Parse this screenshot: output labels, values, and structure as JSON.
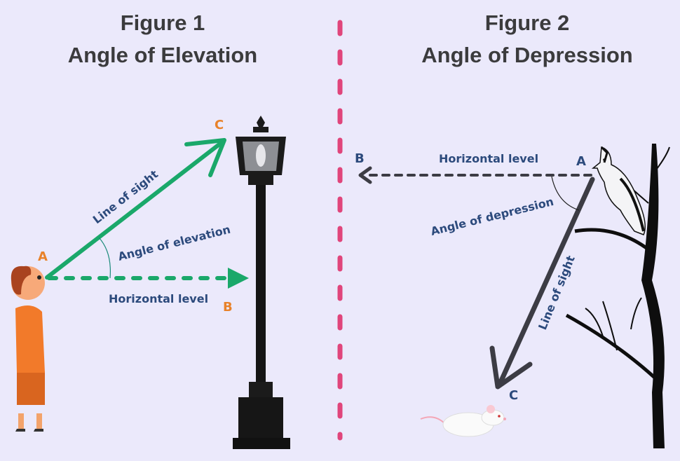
{
  "figure1": {
    "title": "Figure 1",
    "subtitle": "Angle of Elevation",
    "point_a": "A",
    "point_b": "B",
    "point_c": "C",
    "line_of_sight": "Line of sight",
    "angle_label": "Angle of elevation",
    "horizontal_label": "Horizontal level"
  },
  "figure2": {
    "title": "Figure 2",
    "subtitle": "Angle of Depression",
    "point_a": "A",
    "point_b": "B",
    "point_c": "C",
    "line_of_sight": "Line of sight",
    "angle_label": "Angle of depression",
    "horizontal_label": "Horizontal level"
  },
  "colors": {
    "background": "#ebe9fb",
    "green": "#1aa86a",
    "orange": "#e8822a",
    "navy": "#2c4a7c",
    "divider": "#e0457b",
    "dark_line": "#3c3c44"
  }
}
